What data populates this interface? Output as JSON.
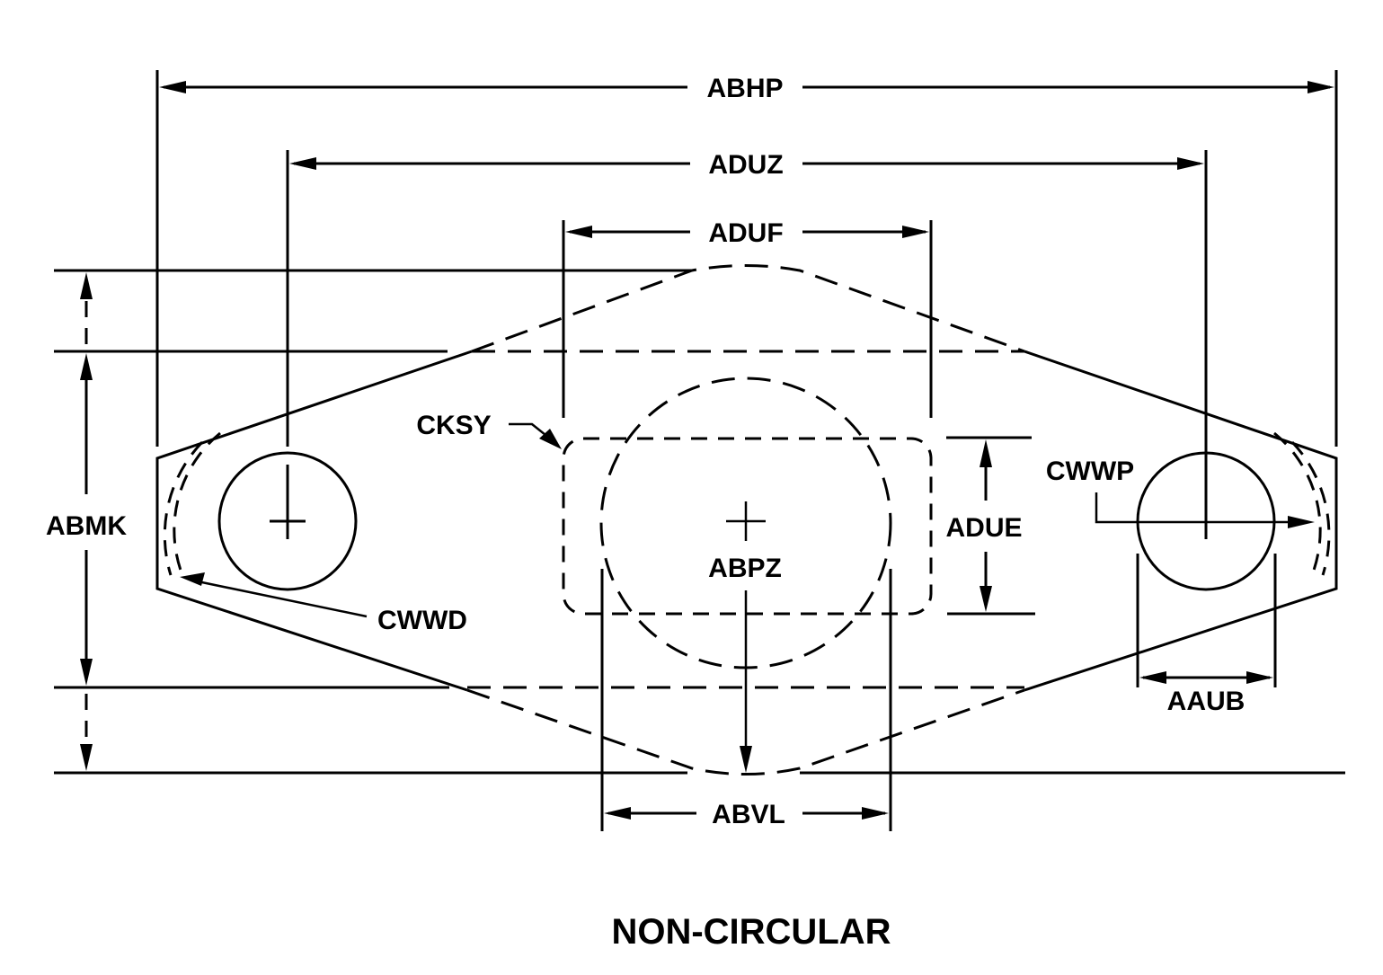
{
  "title": "NON-CIRCULAR",
  "colors": {
    "line": "#000000",
    "background": "#ffffff"
  },
  "dimensions": {
    "ABHP": "ABHP",
    "ADUZ": "ADUZ",
    "ADUF": "ADUF",
    "ABMK": "ABMK",
    "CKSY": "CKSY",
    "CWWP": "CWWP",
    "ADUE": "ADUE",
    "ABPZ": "ABPZ",
    "CWWD": "CWWD",
    "AAUB": "AAUB",
    "ABVL": "ABVL"
  }
}
